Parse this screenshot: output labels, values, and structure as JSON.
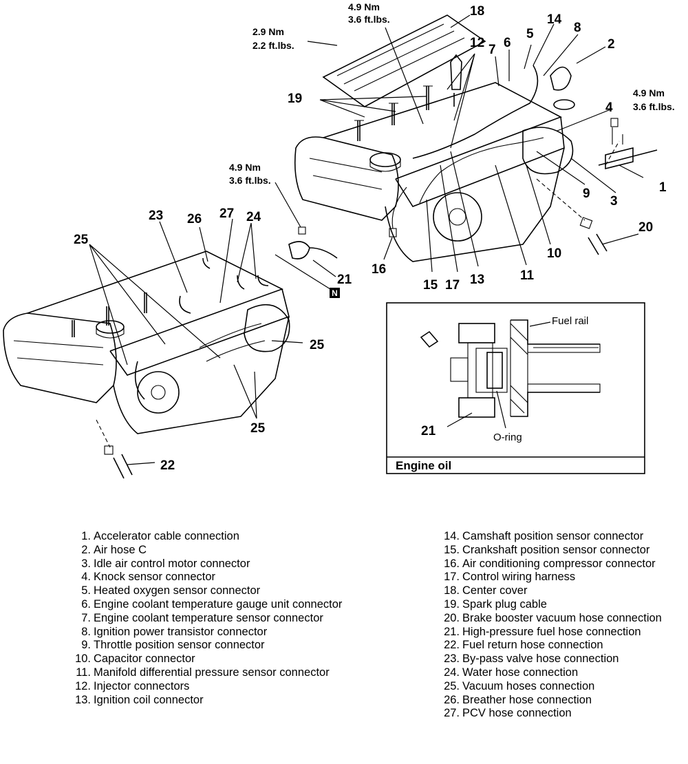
{
  "torques": {
    "t1": {
      "nm": "2.9 Nm",
      "ft": "2.2 ft.lbs."
    },
    "t2": {
      "nm": "4.9 Nm",
      "ft": "3.6 ft.lbs."
    },
    "t3": {
      "nm": "4.9 Nm",
      "ft": "3.6 ft.lbs."
    },
    "t4": {
      "nm": "4.9 Nm",
      "ft": "3.6 ft.lbs."
    }
  },
  "callouts": {
    "c1": "1",
    "c2": "2",
    "c3": "3",
    "c4": "4",
    "c5": "5",
    "c6": "6",
    "c7": "7",
    "c8": "8",
    "c9": "9",
    "c10": "10",
    "c11": "11",
    "c12": "12",
    "c13": "13",
    "c14": "14",
    "c15": "15",
    "c16": "16",
    "c17": "17",
    "c18": "18",
    "c19": "19",
    "c20": "20",
    "c21": "21",
    "c21b": "21",
    "c22": "22",
    "c23": "23",
    "c24": "24",
    "c25a": "25",
    "c25b": "25",
    "c25c": "25",
    "c26": "26",
    "c27": "27"
  },
  "marker": "N",
  "inset": {
    "fuel_rail": "Fuel rail",
    "o_ring": "O-ring",
    "title": "Engine oil"
  },
  "legend_left": [
    {
      "num": "1.",
      "text": "Accelerator cable connection"
    },
    {
      "num": "2.",
      "text": "Air hose C"
    },
    {
      "num": "3.",
      "text": "Idle air control motor connector"
    },
    {
      "num": "4.",
      "text": "Knock sensor connector"
    },
    {
      "num": "5.",
      "text": "Heated oxygen sensor connector"
    },
    {
      "num": "6.",
      "text": "Engine coolant temperature gauge unit connector"
    },
    {
      "num": "7.",
      "text": "Engine coolant temperature sensor connector"
    },
    {
      "num": "8.",
      "text": "Ignition power transistor connector"
    },
    {
      "num": "9.",
      "text": "Throttle position sensor connector"
    },
    {
      "num": "10.",
      "text": "Capacitor connector"
    },
    {
      "num": "11.",
      "text": "Manifold differential pressure sensor connector"
    },
    {
      "num": "12.",
      "text": "Injector connectors"
    },
    {
      "num": "13.",
      "text": "Ignition coil connector"
    }
  ],
  "legend_right": [
    {
      "num": "14.",
      "text": "Camshaft position sensor connector"
    },
    {
      "num": "15.",
      "text": "Crankshaft position sensor connector"
    },
    {
      "num": "16.",
      "text": "Air conditioning compressor connector"
    },
    {
      "num": "17.",
      "text": "Control wiring harness"
    },
    {
      "num": "18.",
      "text": "Center cover"
    },
    {
      "num": "19.",
      "text": "Spark plug cable"
    },
    {
      "num": "20.",
      "text": "Brake booster vacuum hose connection"
    },
    {
      "num": "21.",
      "text": "High-pressure fuel hose connection"
    },
    {
      "num": "22.",
      "text": "Fuel return hose connection"
    },
    {
      "num": "23.",
      "text": "By-pass valve hose connection"
    },
    {
      "num": "24.",
      "text": "Water hose connection"
    },
    {
      "num": "25.",
      "text": "Vacuum hoses connection"
    },
    {
      "num": "26.",
      "text": "Breather hose connection"
    },
    {
      "num": "27.",
      "text": "PCV hose connection"
    }
  ]
}
